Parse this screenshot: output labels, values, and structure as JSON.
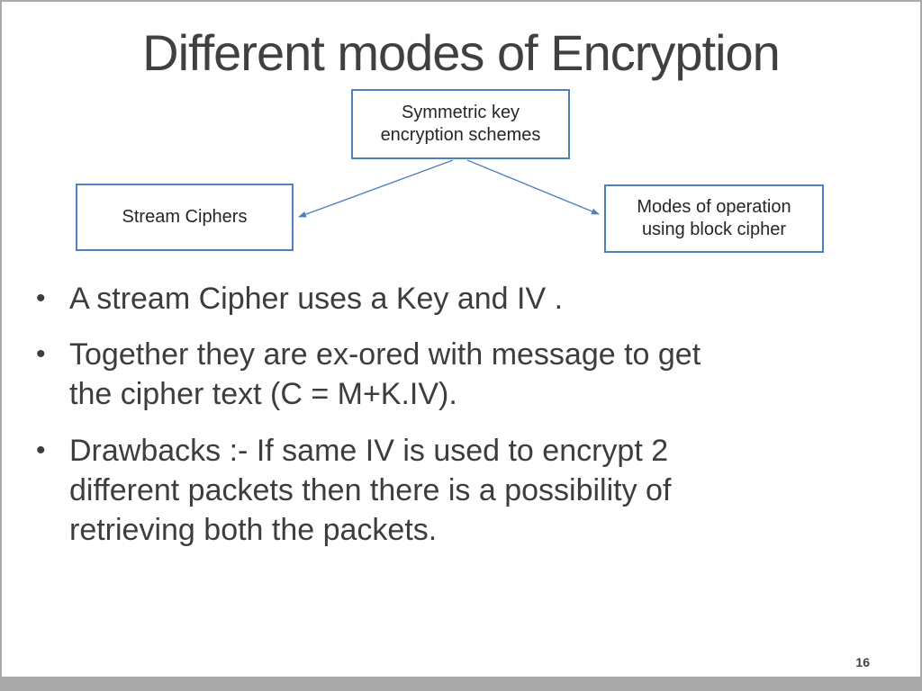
{
  "slide": {
    "title": "Different modes of Encryption",
    "page_number": "16",
    "bullet_char": "•"
  },
  "diagram": {
    "top_box": "Symmetric key\nencryption schemes",
    "left_box": "Stream Ciphers",
    "right_box": "Modes of operation\nusing block cipher"
  },
  "bullets": [
    "A stream Cipher uses a Key and IV .",
    "Together they are ex-ored with message to get the cipher text (C = M+K.IV).",
    "Drawbacks :- If same IV is used to encrypt 2 different packets then there is a possibility of retrieving  both the packets."
  ],
  "colors": {
    "box_border": "#4f81bd",
    "arrow": "#4f81bd",
    "title_text": "#404040",
    "body_text": "#3d3d3d",
    "slide_background": "#ffffff",
    "frame": "#a9a9a9"
  }
}
